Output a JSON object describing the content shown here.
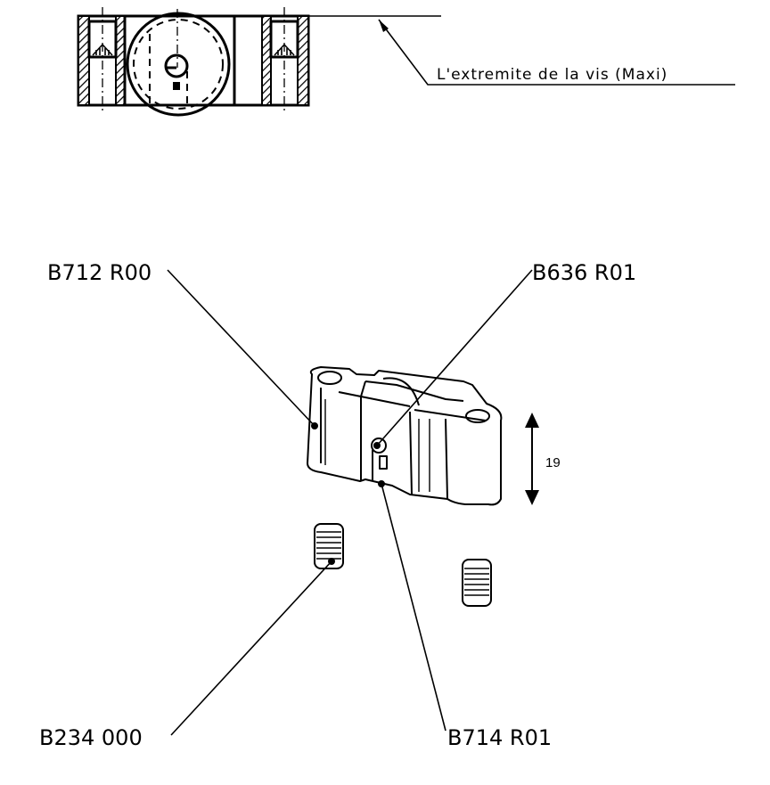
{
  "section_view": {
    "note": "L'extremite de la vis (Maxi)"
  },
  "callouts": {
    "housing": "B712 R00",
    "pin": "B636 R01",
    "screw": "B234 000",
    "spring": "B714 R01"
  },
  "dimension": {
    "height": "19"
  },
  "colors": {
    "line": "#000000",
    "background": "#ffffff"
  }
}
